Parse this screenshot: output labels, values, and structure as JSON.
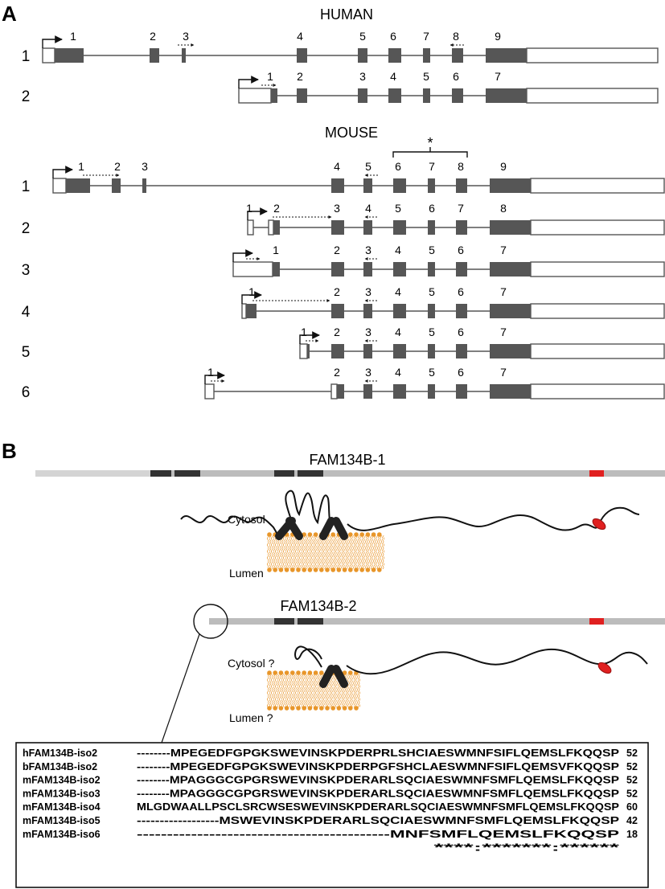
{
  "panel_a_label": "A",
  "panel_b_label": "B",
  "human": {
    "title": "HUMAN",
    "transcripts": [
      {
        "id": "1",
        "exon_labels": [
          "1",
          "2",
          "3",
          "4",
          "5",
          "6",
          "7",
          "8",
          "9"
        ]
      },
      {
        "id": "2",
        "exon_labels": [
          "1",
          "2",
          "3",
          "4",
          "5",
          "6",
          "7"
        ]
      }
    ]
  },
  "mouse": {
    "title": "MOUSE",
    "bracket_mark": "*",
    "transcripts": [
      {
        "id": "1",
        "exon_labels": [
          "1",
          "2",
          "3",
          "4",
          "5",
          "6",
          "7",
          "8",
          "9"
        ]
      },
      {
        "id": "2",
        "exon_labels": [
          "1",
          "2",
          "3",
          "4",
          "5",
          "6",
          "7",
          "8"
        ]
      },
      {
        "id": "3",
        "exon_labels": [
          "1",
          "2",
          "3",
          "4",
          "5",
          "6",
          "7"
        ]
      },
      {
        "id": "4",
        "exon_labels": [
          "1",
          "2",
          "3",
          "4",
          "5",
          "6",
          "7"
        ]
      },
      {
        "id": "5",
        "exon_labels": [
          "1",
          "2",
          "3",
          "4",
          "5",
          "6",
          "7"
        ]
      },
      {
        "id": "6",
        "exon_labels": [
          "1",
          "2",
          "3",
          "4",
          "5",
          "6",
          "7"
        ]
      }
    ]
  },
  "proteins": [
    {
      "name": "FAM134B-1",
      "cytosol_label": "Cytosol",
      "lumen_label": "Lumen"
    },
    {
      "name": "FAM134B-2",
      "cytosol_label": "Cytosol ?",
      "lumen_label": "Lumen ?"
    }
  ],
  "colors": {
    "exon": "#565656",
    "protein_bar": "#bcbcbc",
    "transmembrane": "#333333",
    "lir_motif": "#e02020",
    "lipid_head": "#e8962a"
  },
  "alignment": {
    "rows": [
      {
        "name": "hFAM134B-iso2",
        "seq": "--------MPEGEDFGPGKSWEVINSKPDERPRLSHCIAESWMNFSIFLQEMSLFKQQSP",
        "count": "52"
      },
      {
        "name": "bFAM134B-iso2",
        "seq": "--------MPEGEDFGPGKSWEVINSKPDERPGFSHCLAESWMNFSIFLQEMSVFKQQSP",
        "count": "52"
      },
      {
        "name": "mFAM134B-iso2",
        "seq": "--------MPAGGGCGPGRSWEVINSKPDERARLSQCIAESWMNFSMFLQEMSLFKQQSP",
        "count": "52"
      },
      {
        "name": "mFAM134B-iso3",
        "seq": "--------MPAGGGCGPGRSWEVINSKPDERARLSQCIAESWMNFSMFLQEMSLFKQQSP",
        "count": "52"
      },
      {
        "name": "mFAM134B-iso4",
        "seq": "MLGDWAALLPSCLSRCWSESWEVINSKPDERARLSQCIAESWMNFSMFLQEMSLFKQQSP",
        "count": "60"
      },
      {
        "name": "mFAM134B-iso5",
        "seq": "------------------MSWEVINSKPDERARLSQCIAESWMNFSMFLQEMSLFKQQSP",
        "count": "42"
      },
      {
        "name": "mFAM134B-iso6",
        "seq": "------------------------------------------MNFSMFLQEMSLFKQQSP",
        "count": "18"
      }
    ],
    "consensus": "                                          ****:*******:******"
  }
}
